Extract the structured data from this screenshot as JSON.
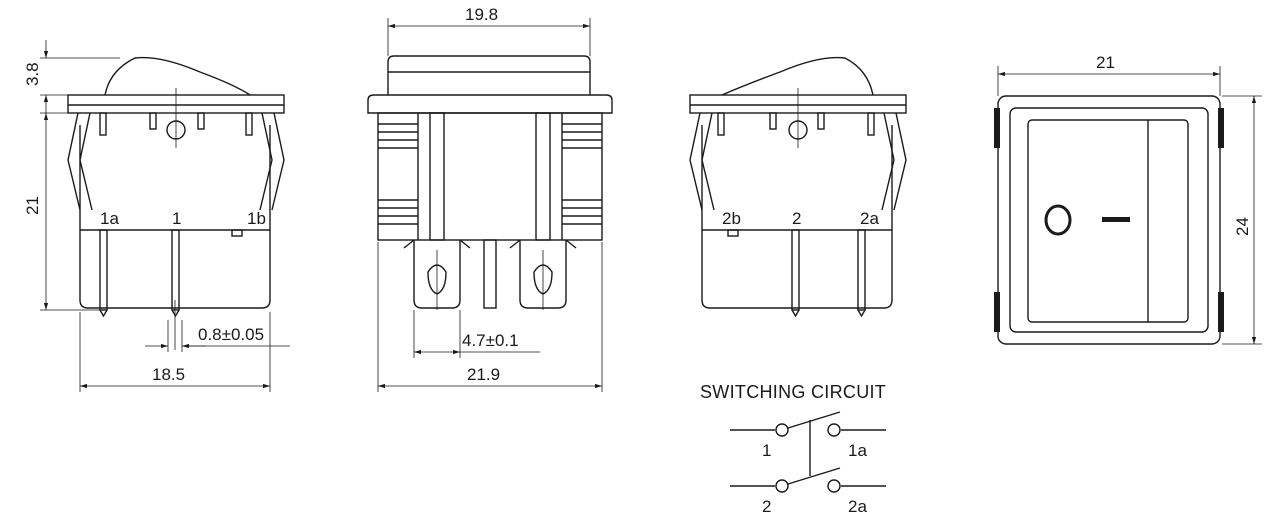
{
  "dimensions": {
    "rocker_height": "3.8",
    "side_height": "21",
    "side_width": "18.5",
    "pin_width": "0.8±0.05",
    "front_top_width": "19.8",
    "front_width": "21.9",
    "tab_width": "4.7±0.1",
    "top_width": "21",
    "top_height": "24"
  },
  "terminals": {
    "left_a": "1a",
    "left_center": "1",
    "left_b": "1b",
    "right_b": "2b",
    "right_center": "2",
    "right_a": "2a"
  },
  "circuit": {
    "title": "SWITCHING CIRCUIT",
    "p1": "1",
    "p1a": "1a",
    "p2": "2",
    "p2a": "2a"
  }
}
